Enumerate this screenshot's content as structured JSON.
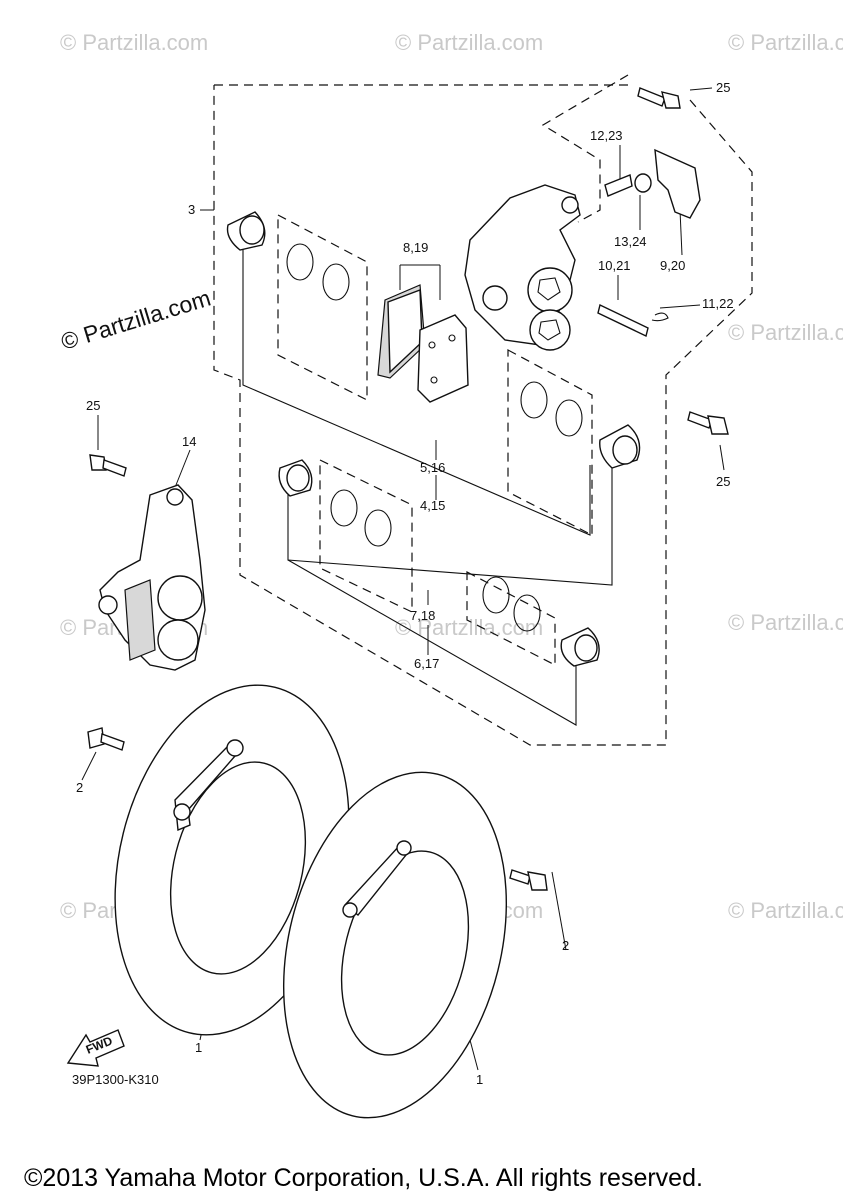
{
  "watermarks": {
    "small": "© Partzilla.com",
    "main": "© Partzilla.com"
  },
  "callouts": {
    "p1a": "1",
    "p1b": "1",
    "p2a": "2",
    "p2b": "2",
    "p3": "3",
    "p4_15": "4,15",
    "p5_16": "5,16",
    "p6_17": "6,17",
    "p7_18": "7,18",
    "p8_19": "8,19",
    "p9_20": "9,20",
    "p10_21": "10,21",
    "p11_22": "11,22",
    "p12_23": "12,23",
    "p13_24": "13,24",
    "p14": "14",
    "p25a": "25",
    "p25b": "25",
    "p25c": "25"
  },
  "fwd_label": "FWD",
  "ref_code": "39P1300-K310",
  "copyright": "©2013 Yamaha Motor Corporation, U.S.A. All rights reserved."
}
